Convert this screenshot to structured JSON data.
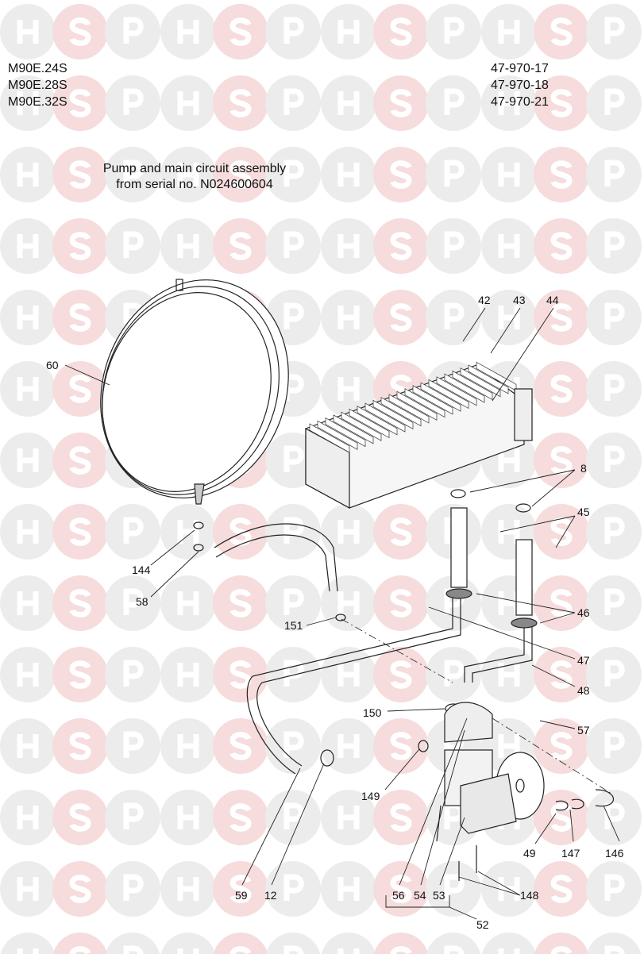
{
  "models": [
    "M90E.24S",
    "M90E.28S",
    "M90E.32S"
  ],
  "part_numbers": [
    "47-970-17",
    "47-970-18",
    "47-970-21"
  ],
  "title": {
    "line1": "Pump and main circuit assembly",
    "line2": "from serial no. N024600604"
  },
  "watermark": {
    "letters": [
      "H",
      "S",
      "P"
    ],
    "colors": [
      "#ececec",
      "#f6dcdc",
      "#ececec"
    ]
  },
  "callouts": {
    "c42": "42",
    "c43": "43",
    "c44": "44",
    "c60": "60",
    "c8": "8",
    "c45": "45",
    "c144": "144",
    "c58": "58",
    "c46": "46",
    "c151": "151",
    "c47": "47",
    "c48": "48",
    "c150": "150",
    "c57": "57",
    "c149": "149",
    "c49": "49",
    "c147": "147",
    "c146": "146",
    "c59": "59",
    "c12": "12",
    "c56": "56",
    "c54": "54",
    "c53": "53",
    "c148": "148",
    "c52": "52"
  }
}
